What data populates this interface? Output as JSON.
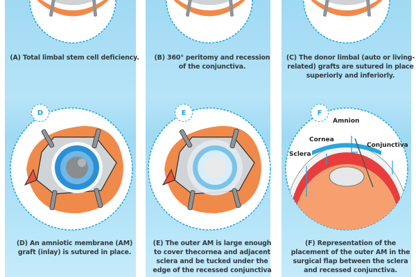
{
  "panels": [
    {
      "letter": "A",
      "caption": "(A) Total limbal stem cell deficiency."
    },
    {
      "letter": "B",
      "caption": "(B) 360° peritomy and recession of the conjunctiva."
    },
    {
      "letter": "C",
      "caption": "(C) The donor limbal (auto or living-related) grafts are sutured in place superiorly and inferiorly."
    },
    {
      "letter": "D",
      "caption": "(D) An amniotic membrane (AM) graft (inlay) is sutured in place."
    },
    {
      "letter": "E",
      "caption": "(E) The outer AM is large enough to cover thecornea and adjacent sclera and be tucked under the edge of the recessed conjunctiva"
    },
    {
      "letter": "F",
      "caption": "(F) Representation of the placement of the outer AM in the surgical flap between the sclera and recessed conjunctiva."
    }
  ],
  "panel_f_labels": {
    "amnion": "Amnion",
    "cornea": "Cornea",
    "sclera": "Sclera",
    "conjunctiva": "Conjunctiva"
  },
  "colors": {
    "panel_bg": "#a8ddf5",
    "dash_blue": "#1aa3dc",
    "eyelid_orange": "#f08a4b",
    "iris_blue": "#2a8fd6",
    "caption_text": "#333a40"
  }
}
